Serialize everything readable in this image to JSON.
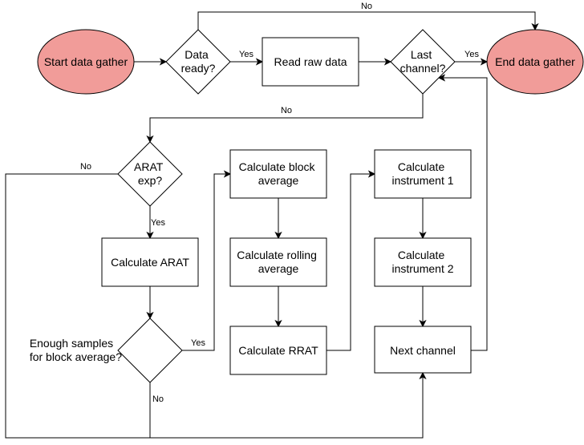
{
  "nodes": {
    "start": [
      "Start data gather"
    ],
    "data_ready": [
      "Data",
      "ready?"
    ],
    "read_raw": [
      "Read raw data"
    ],
    "last_channel": [
      "Last",
      "channel?"
    ],
    "end": [
      "End data gather"
    ],
    "arat_exp": [
      "ARAT",
      "exp?"
    ],
    "calc_arat": [
      "Calculate ARAT"
    ],
    "enough_samples": [
      "Enough samples",
      "for block average?"
    ],
    "calc_block": [
      "Calculate block",
      "average"
    ],
    "calc_rolling": [
      "Calculate rolling",
      "average"
    ],
    "calc_rrat": [
      "Calculate RRAT"
    ],
    "calc_inst1": [
      "Calculate",
      "instrument 1"
    ],
    "calc_inst2": [
      "Calculate",
      "instrument 2"
    ],
    "next_channel": [
      "Next channel"
    ]
  },
  "edges": {
    "data_ready_no": "No",
    "data_ready_yes": "Yes",
    "last_channel_yes": "Yes",
    "last_channel_no": "No",
    "arat_no": "No",
    "arat_yes": "Yes",
    "enough_yes": "Yes",
    "enough_no": "No"
  },
  "colors": {
    "terminal_fill": "#f19c99",
    "stroke": "#000000",
    "box_fill": "#ffffff"
  }
}
